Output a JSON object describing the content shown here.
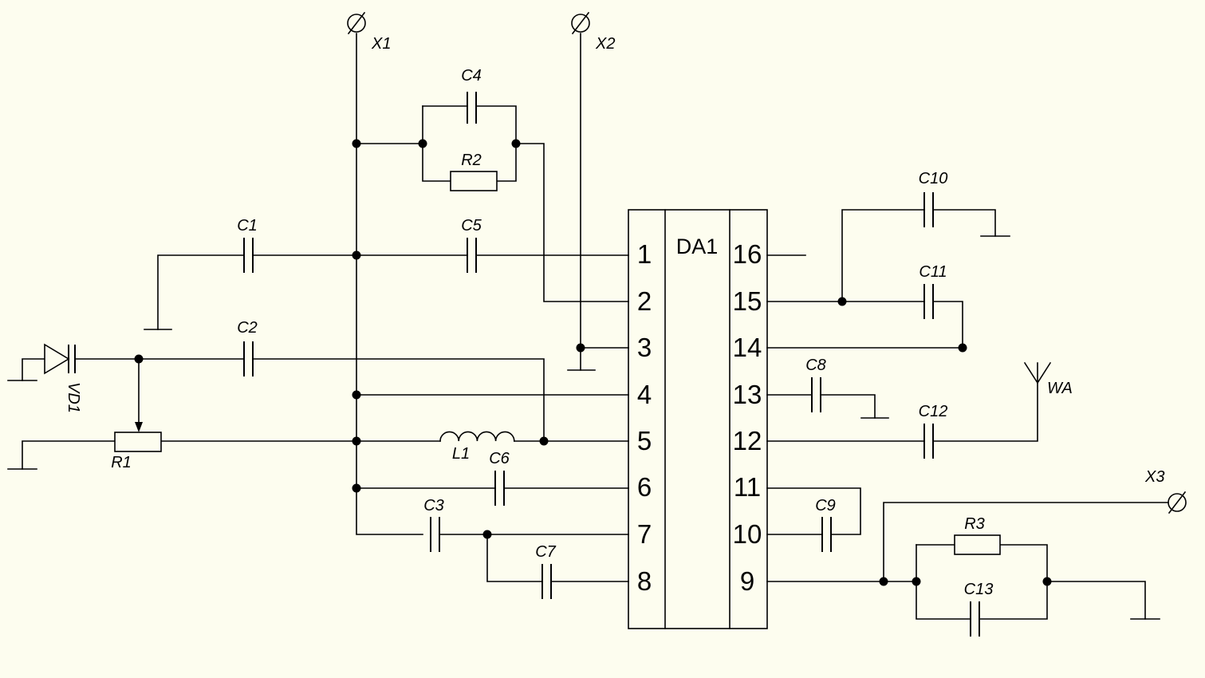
{
  "chip": {
    "name": "DA1",
    "left_pins": [
      "1",
      "2",
      "3",
      "4",
      "5",
      "6",
      "7",
      "8"
    ],
    "right_pins": [
      "16",
      "15",
      "14",
      "13",
      "12",
      "11",
      "10",
      "9"
    ]
  },
  "terminals": {
    "x1": "X1",
    "x2": "X2",
    "x3": "X3"
  },
  "capacitors": {
    "c1": "C1",
    "c2": "C2",
    "c3": "C3",
    "c4": "C4",
    "c5": "C5",
    "c6": "C6",
    "c7": "C7",
    "c8": "C8",
    "c9": "C9",
    "c10": "C10",
    "c11": "C11",
    "c12": "C12",
    "c13": "C13"
  },
  "resistors": {
    "r1": "R1",
    "r2": "R2",
    "r3": "R3"
  },
  "inductor": "L1",
  "diode": "VD1",
  "antenna": "WA"
}
